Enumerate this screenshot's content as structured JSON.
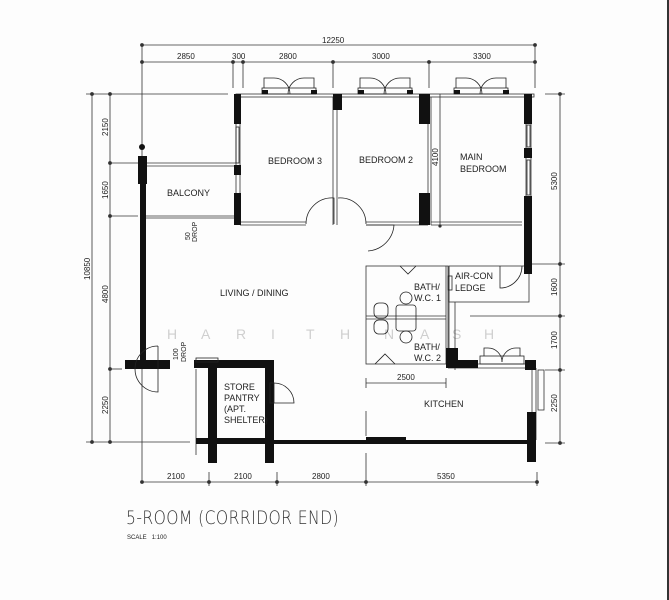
{
  "plan": {
    "title": "5-ROOM (CORRIDOR END)",
    "scale_label": "SCALE",
    "scale_value": "1:100"
  },
  "rooms": {
    "bedroom3": "BEDROOM 3",
    "bedroom2": "BEDROOM 2",
    "main_bedroom_1": "MAIN",
    "main_bedroom_2": "BEDROOM",
    "balcony": "BALCONY",
    "living_dining": "LIVING / DINING",
    "bath1_1": "BATH/",
    "bath1_2": "W.C. 1",
    "bath2_1": "BATH/",
    "bath2_2": "W.C. 2",
    "aircon_1": "AIR-CON",
    "aircon_2": "LEDGE",
    "store_1": "STORE",
    "store_2": "PANTRY",
    "store_3": "(APT.",
    "store_4": "SHELTER)",
    "kitchen": "KITCHEN"
  },
  "dimensions": {
    "top_total": "12250",
    "top": [
      "2850",
      "300",
      "2800",
      "3000",
      "3300"
    ],
    "bottom": [
      "2100",
      "2100",
      "2800",
      "5350"
    ],
    "left_total": "10850",
    "left": [
      "2150",
      "1650",
      "4800",
      "2250"
    ],
    "right": [
      "5300",
      "1600",
      "1700",
      "2250"
    ],
    "bedroom2_height": "4100",
    "bath_width": "2500",
    "drop1_a": "50",
    "drop1_b": "DROP",
    "drop2_a": "100",
    "drop2_b": "DROP"
  },
  "watermark": [
    "H",
    "A",
    "R",
    "I",
    "T",
    "H",
    "N",
    "A",
    "S",
    "H"
  ],
  "colors": {
    "wall": "#111111",
    "line": "#333333",
    "background": "#fdfdfd",
    "watermark": "#cfcfcf"
  }
}
